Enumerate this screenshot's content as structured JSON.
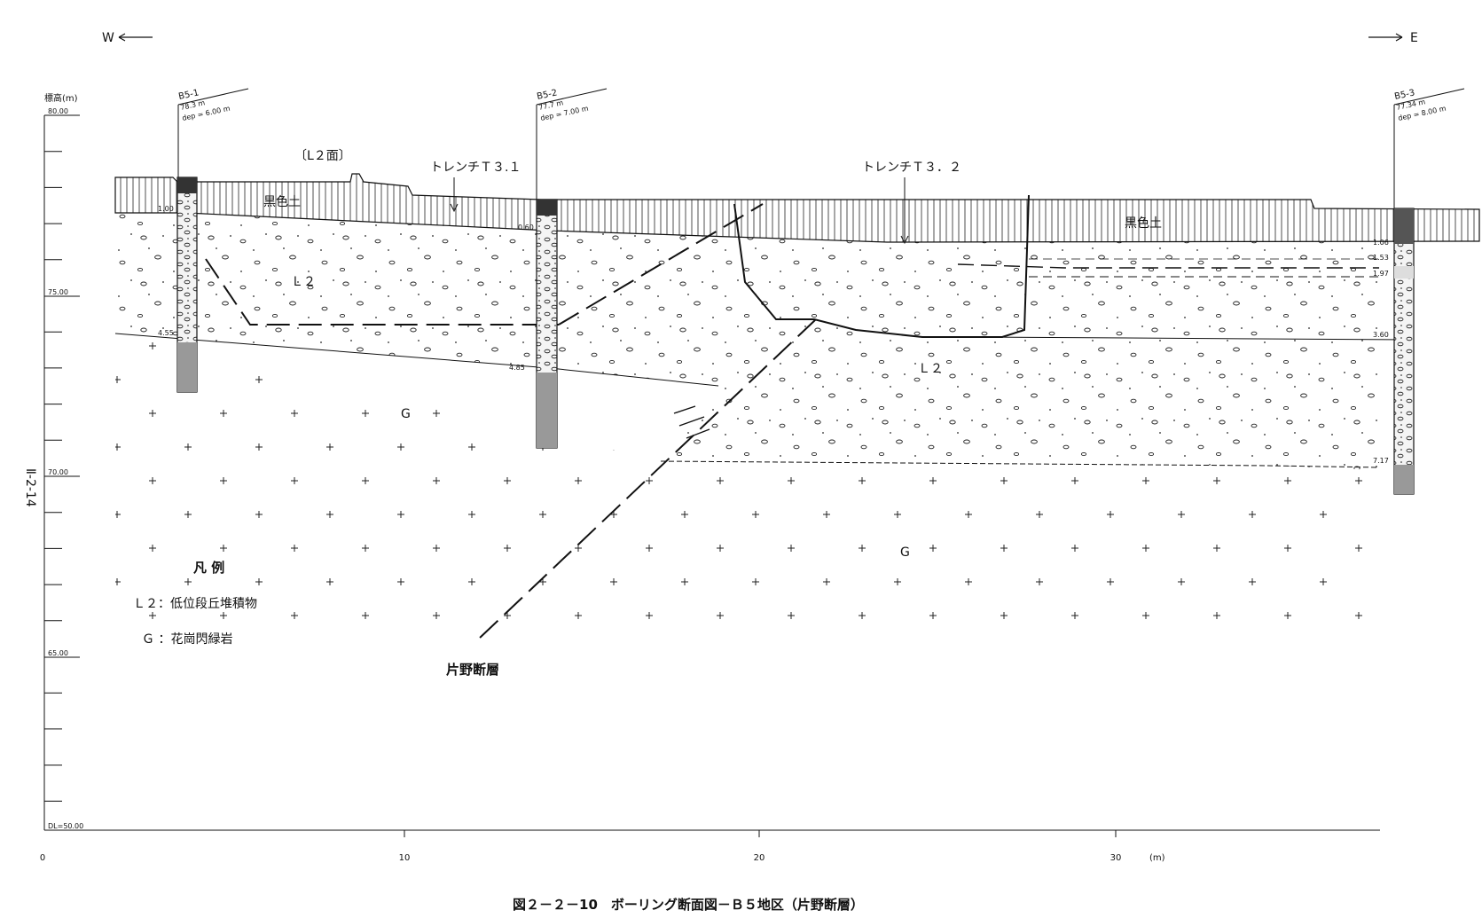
{
  "directions": {
    "west": "W",
    "east": "E"
  },
  "elevation_axis": {
    "label": "標高(m)",
    "ticks": [
      "80.00",
      "75.00",
      "70.00",
      "65.00",
      "DL=50.00"
    ]
  },
  "distance_axis": {
    "ticks": [
      "0",
      "10",
      "20",
      "30"
    ],
    "unit": "(m)"
  },
  "page_label": "Ⅱ-2-14",
  "boreholes": [
    {
      "id": "B5-1",
      "elev": "78.3 m",
      "depth": "dep = 6.00 m",
      "marks": [
        "1.00",
        "4.55"
      ]
    },
    {
      "id": "B5-2",
      "elev": "77.7 m",
      "depth": "dep = 7.00 m",
      "marks": [
        "0.60",
        "4.85"
      ]
    },
    {
      "id": "B5-3",
      "elev": "77.34 m",
      "depth": "dep = 8.00 m",
      "marks": [
        "1.06",
        "1.53",
        "1.97",
        "3.60",
        "7.17"
      ]
    }
  ],
  "annotations": {
    "l2_surface": "〔L２面〕",
    "trench_1": "トレンチＴ３.１",
    "trench_2": "トレンチＴ３．２",
    "black_soil_1": "黒色土",
    "black_soil_2": "黒色土",
    "l2_west": "Ｌ２",
    "l2_east": "Ｌ２",
    "g_west": "G",
    "g_east": "G",
    "fault": "片野断層"
  },
  "legend": {
    "title": "凡 例",
    "items": [
      "Ｌ２：低位段丘堆積物",
      "Ｇ ：花崗閃緑岩"
    ]
  },
  "caption": "図２－２－10　ボーリング断面図－Ｂ５地区（片野断層）"
}
